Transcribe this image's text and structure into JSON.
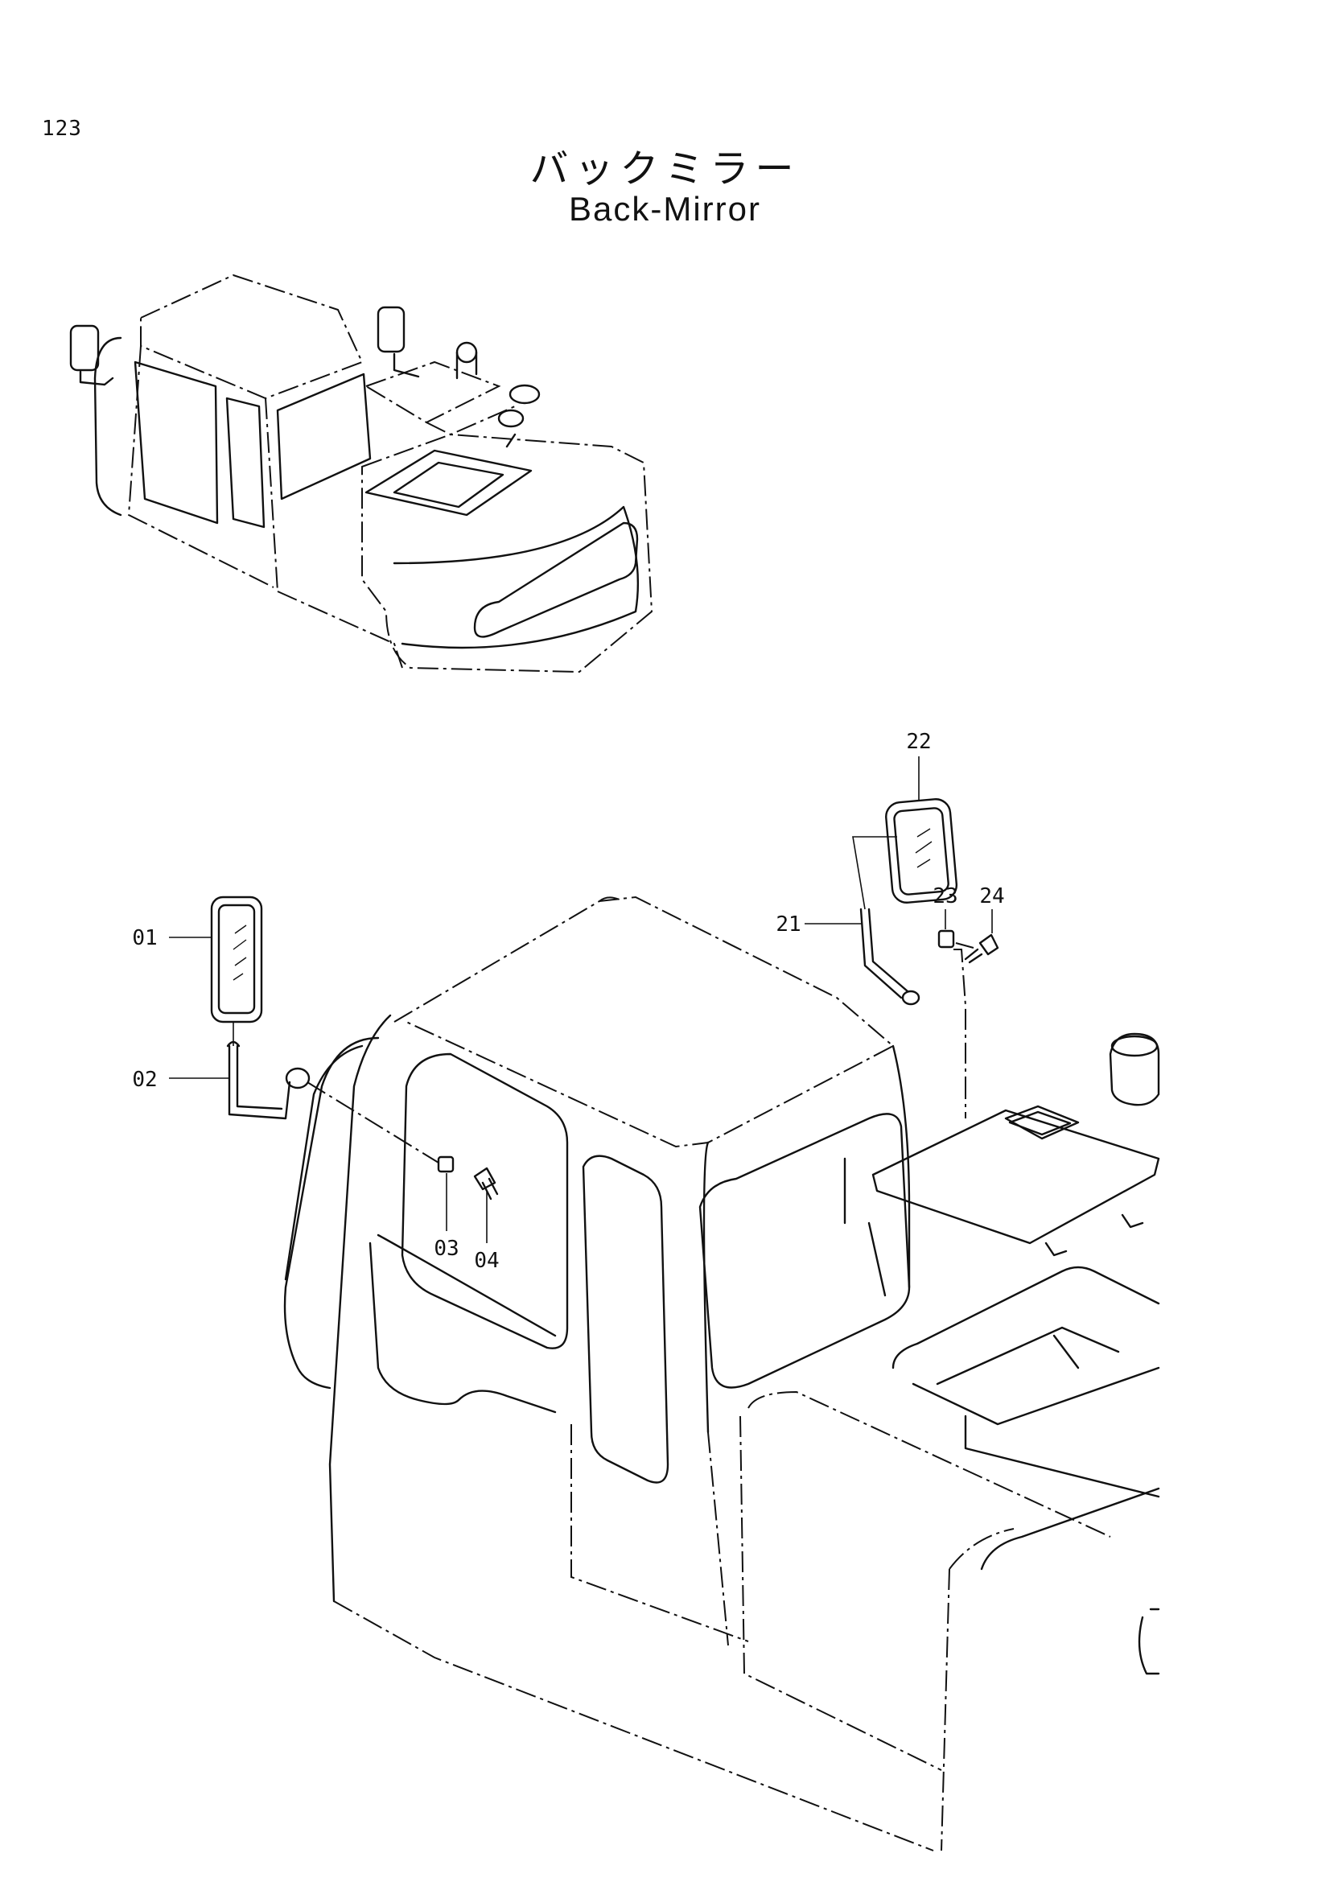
{
  "page_number": "123",
  "title_jp": "バックミラー",
  "title_en": "Back-Mirror",
  "callouts": [
    {
      "id": "01",
      "text": "01"
    },
    {
      "id": "02",
      "text": "02"
    },
    {
      "id": "03",
      "text": "03"
    },
    {
      "id": "04",
      "text": "04"
    },
    {
      "id": "21",
      "text": "21"
    },
    {
      "id": "22",
      "text": "22"
    },
    {
      "id": "23",
      "text": "23"
    },
    {
      "id": "24",
      "text": "24"
    }
  ]
}
